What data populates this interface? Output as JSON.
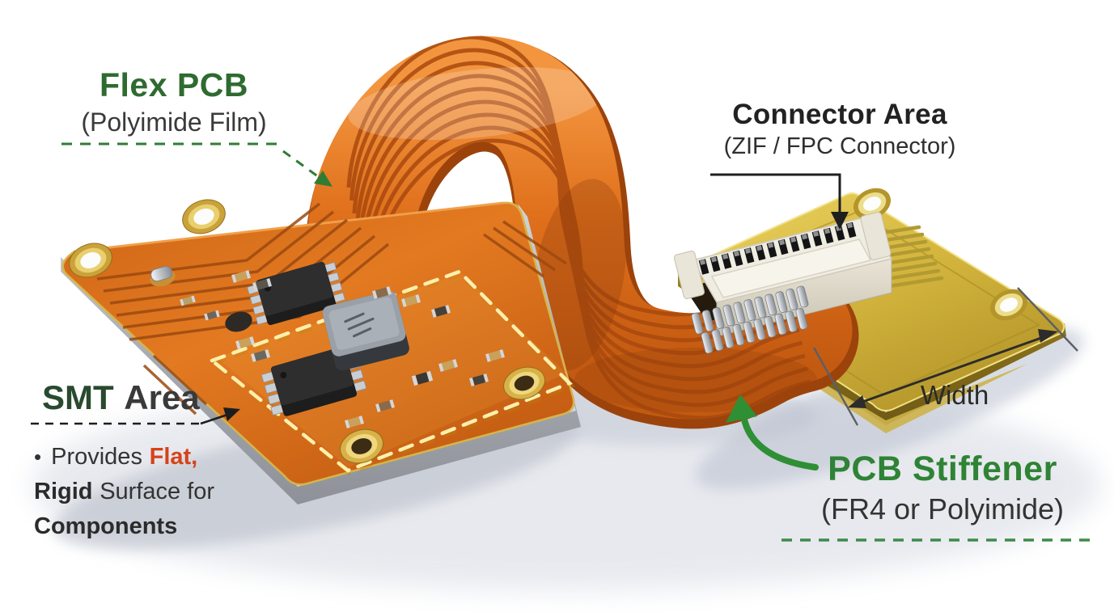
{
  "labels": {
    "flex_pcb": {
      "title": "Flex PCB",
      "subtitle": "(Polyimide Film)"
    },
    "connector_area": {
      "title": "Connector Area",
      "subtitle": "(ZIF / FPC Connector)"
    },
    "smt_area": {
      "title_accent": "SMT",
      "title_rest": "Area"
    },
    "smt_bullet": {
      "marker": "•",
      "lead": "Provides",
      "flat": "Flat,",
      "rigid": "Rigid",
      "middle": "Surface for",
      "components": "Components"
    },
    "pcb_stiffener": {
      "title": "PCB Stiffener",
      "subtitle": "(FR4 or Polyimide)"
    },
    "width": {
      "label": "Width"
    }
  },
  "colors": {
    "title_green": "#2e6b30",
    "stiffener_green": "#2f8335",
    "smt_green": "#294a2e",
    "dark_text": "#2a2a2a",
    "highlight_red": "#d64318",
    "flex_orange": "#e2741f",
    "copper_trace": "#a04e10",
    "gold_board": "#d4b63e",
    "silver_stiffener": "#b5b8bd",
    "annotation_black": "#1f1f1f"
  }
}
